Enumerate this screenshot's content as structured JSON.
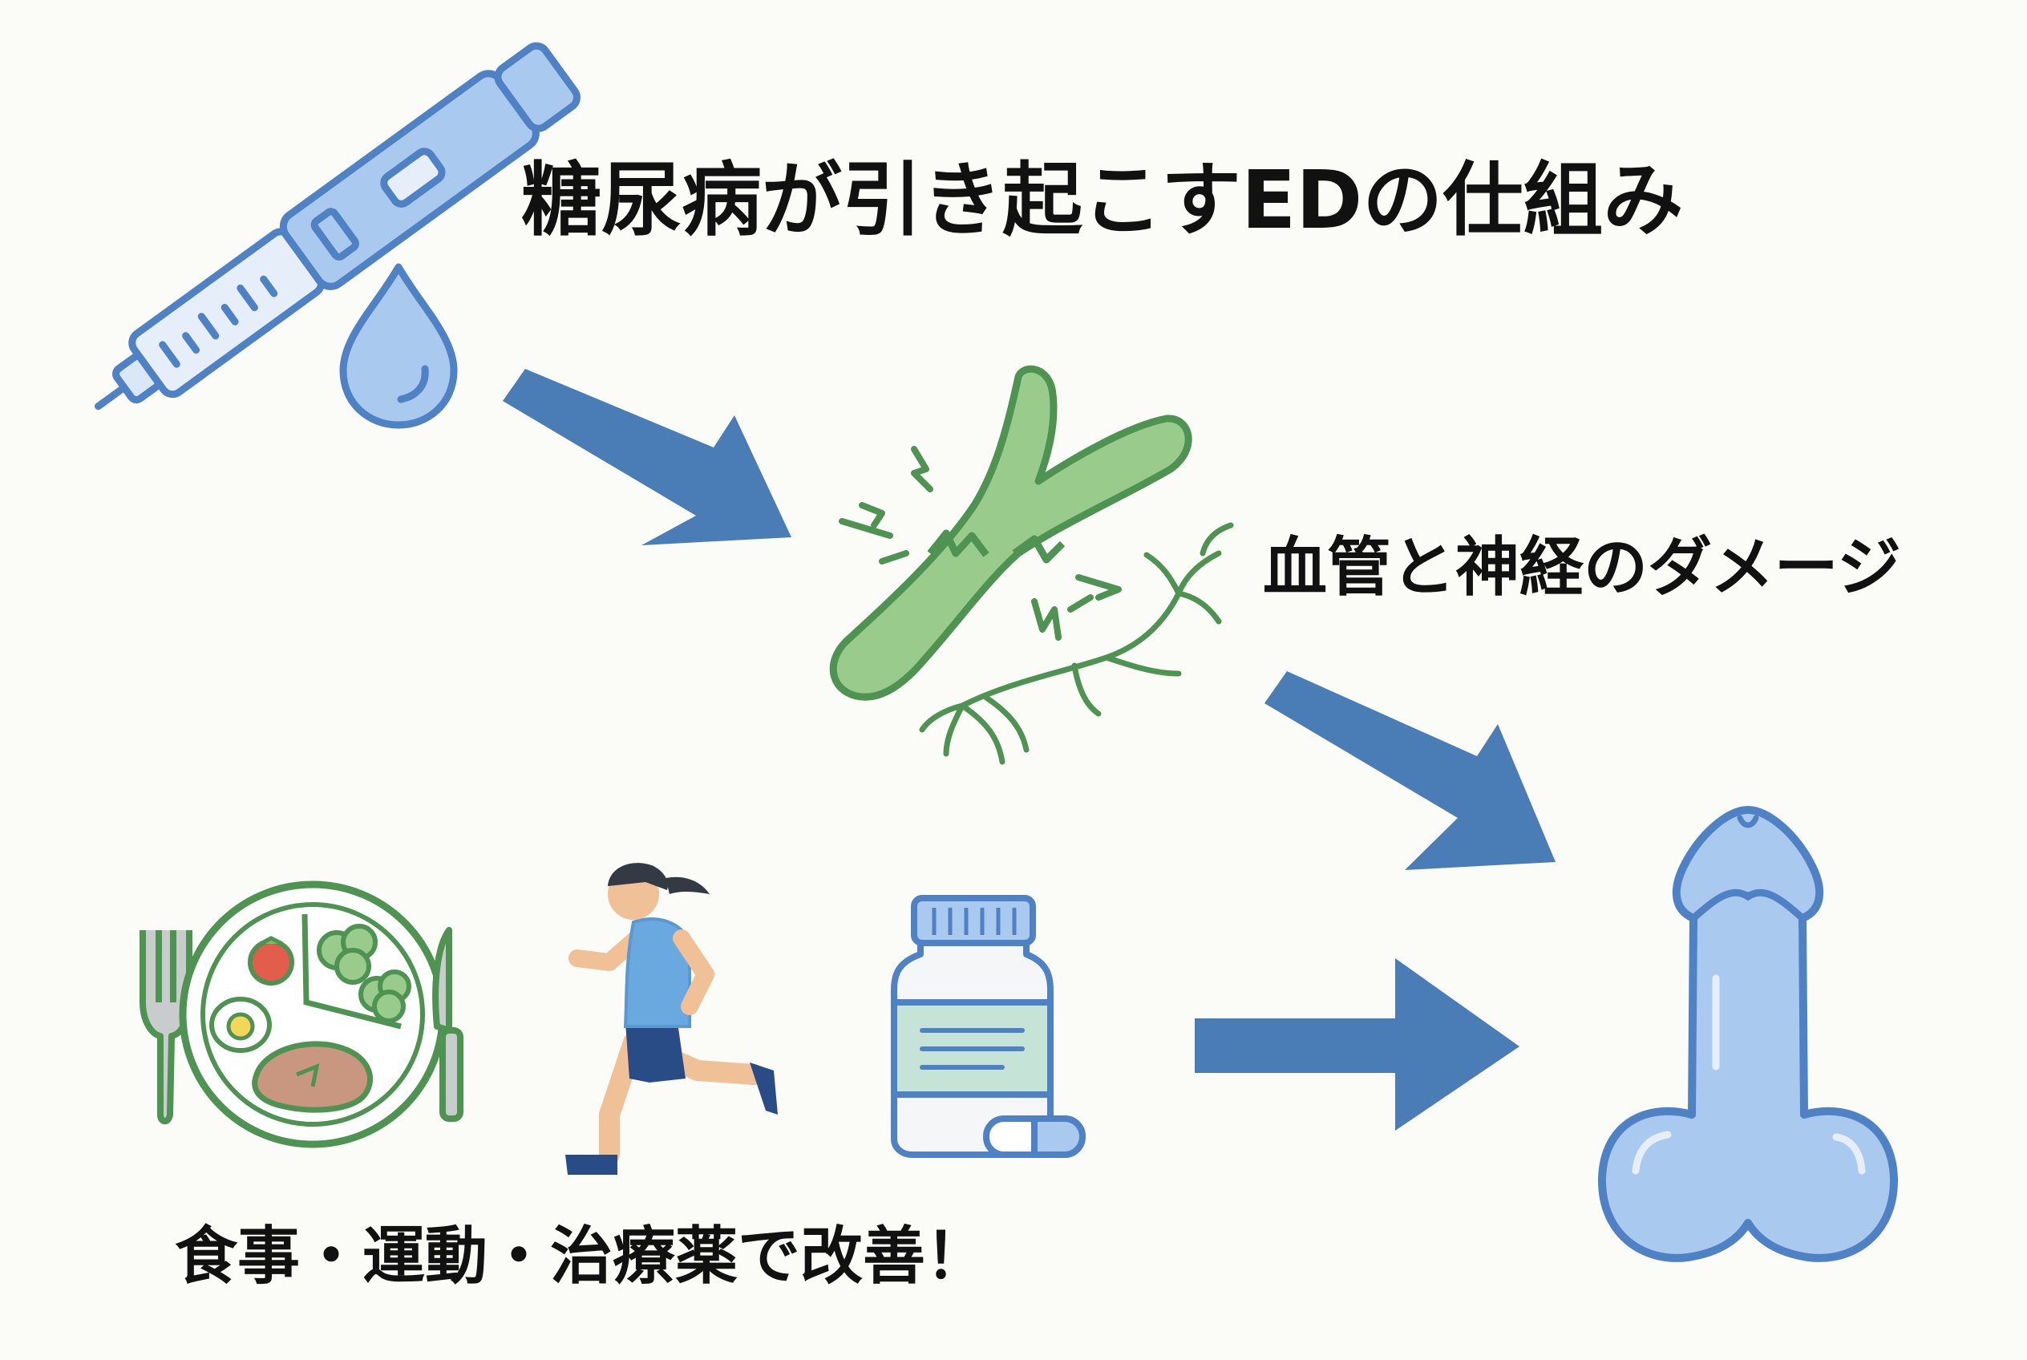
{
  "title": "糖尿病が引き起こすEDの仕組み",
  "damage_label": "血管と神経のダメージ",
  "improve_label": "食事・運動・治療薬で改善！",
  "colors": {
    "background": "#fbfbf8",
    "arrow": "#4a7cb5",
    "blue_outline": "#4f82c4",
    "blue_fill": "#a9c9ee",
    "green_outline": "#4e9352",
    "green_fill": "#98cb8c",
    "text": "#111111"
  },
  "icons": [
    "insulin-pen-icon",
    "blood-drop-icon",
    "damaged-vessel-icon",
    "nerve-icon",
    "fork-icon",
    "healthy-plate-icon",
    "knife-icon",
    "runner-icon",
    "medicine-bottle-icon",
    "capsule-icon",
    "penis-icon"
  ]
}
